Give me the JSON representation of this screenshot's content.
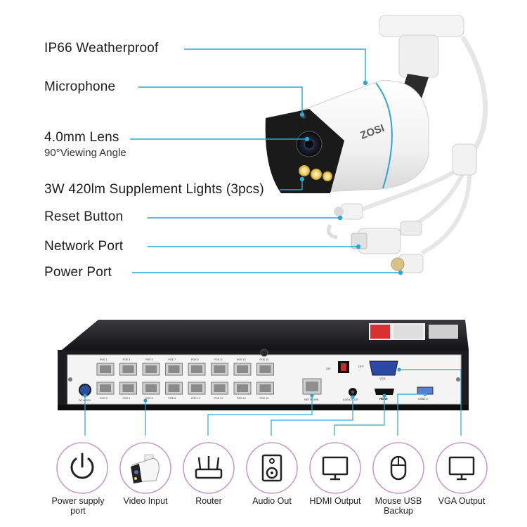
{
  "camera": {
    "brand": "ZOSI",
    "features": [
      {
        "label": "IP66 Weatherproof"
      },
      {
        "label": "Microphone"
      },
      {
        "label": "4.0mm Lens",
        "sub": "90°Viewing Angle"
      },
      {
        "label": "3W 420lm Supplement Lights (3pcs)"
      },
      {
        "label": "Reset Button"
      },
      {
        "label": "Network Port"
      },
      {
        "label": "Power Port"
      }
    ]
  },
  "nvr": {
    "poe_labels_top": [
      "POE 1",
      "POE 3",
      "POE 5",
      "POE 7",
      "POE 9",
      "POE 11",
      "POE 13",
      "POE 15"
    ],
    "poe_labels_bottom": [
      "POE 2",
      "POE 4",
      "POE 6",
      "POE 8",
      "POE 10",
      "POE 12",
      "POE 14",
      "POE 16"
    ],
    "small_labels": {
      "dc": "DC 48-52V",
      "network": "NETWORK",
      "audio": "AUDIO OUT",
      "hdmi": "HDMI",
      "usb": "USB2.0",
      "vga": "VGA",
      "on": "ON",
      "off": "OFF"
    }
  },
  "ports": [
    {
      "caption": "Power supply port",
      "icon": "power-icon"
    },
    {
      "caption": "Video Input",
      "icon": "camera-icon"
    },
    {
      "caption": "Router",
      "icon": "router-icon"
    },
    {
      "caption": "Audio Out",
      "icon": "speaker-icon"
    },
    {
      "caption": "HDMI Output",
      "icon": "monitor-icon"
    },
    {
      "caption": "Mouse USB Backup",
      "icon": "mouse-icon"
    },
    {
      "caption": "VGA Output",
      "icon": "monitor-icon"
    }
  ],
  "colors": {
    "callout_blue": "#2aa6d6",
    "port_purple": "#b06ab3",
    "nvr_body": "#1f1f22",
    "text": "#1d1d1d"
  }
}
